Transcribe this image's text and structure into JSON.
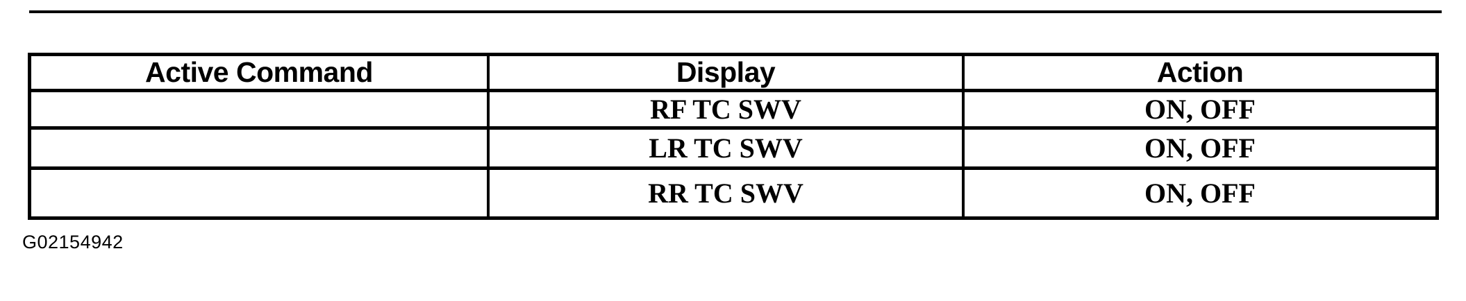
{
  "figure": {
    "figure_id": "G02154942",
    "colors": {
      "ink": "#000000",
      "paper": "#ffffff"
    },
    "table": {
      "headers": {
        "active_command": "Active Command",
        "display": "Display",
        "action": "Action"
      },
      "rows": [
        {
          "active_command": "",
          "display": "RF TC SWV",
          "action": "ON, OFF"
        },
        {
          "active_command": "",
          "display": "LR TC SWV",
          "action": "ON, OFF"
        },
        {
          "active_command": "",
          "display": "RR TC SWV",
          "action": "ON, OFF"
        }
      ]
    }
  }
}
